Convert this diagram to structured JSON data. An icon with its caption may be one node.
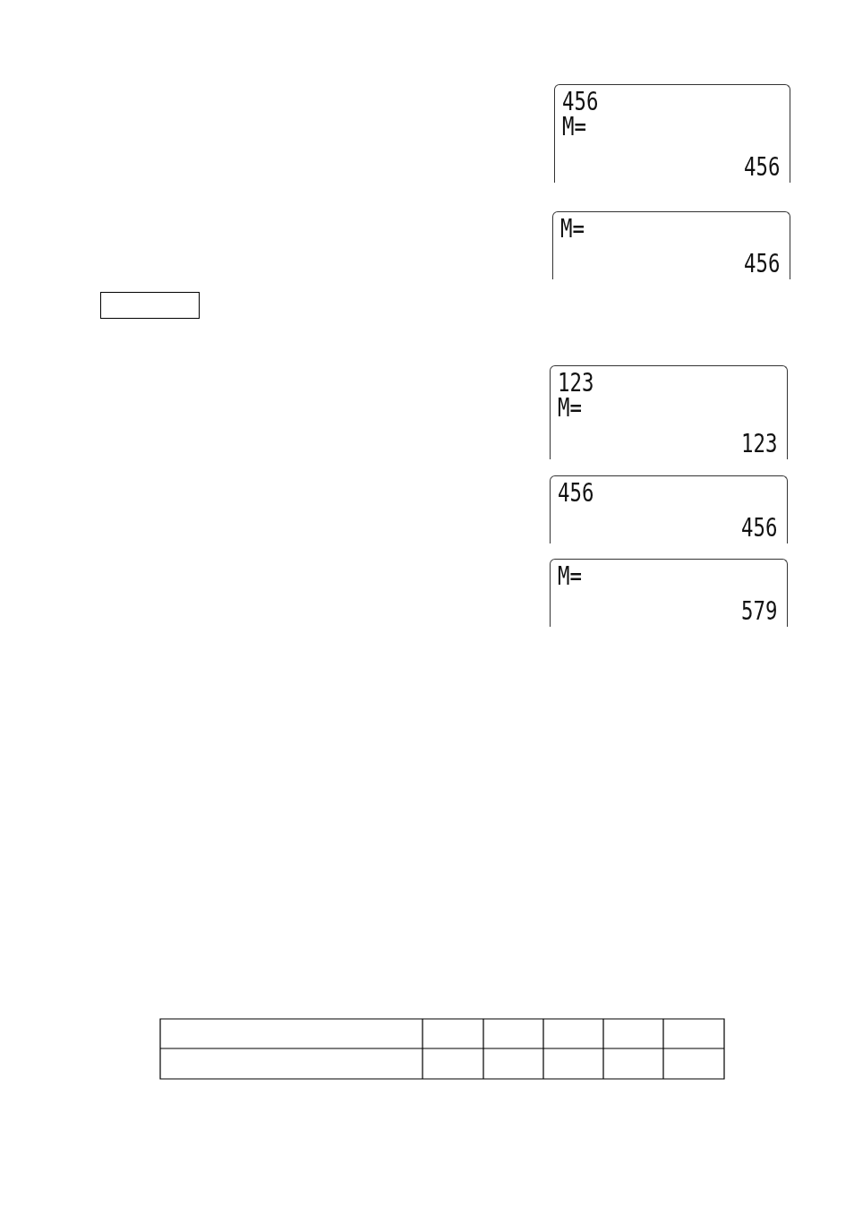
{
  "diagram": {
    "nodes": [
      {
        "text": [
          "456",
          "M=",
          "456"
        ]
      },
      {
        "text": [
          "M=",
          "456"
        ]
      },
      {
        "text": [],
        "shape": "box"
      },
      {
        "text": [
          "123",
          "M=",
          "123"
        ]
      },
      {
        "text": [
          "456",
          "456"
        ]
      },
      {
        "text": [
          "M=",
          "579"
        ]
      }
    ]
  }
}
